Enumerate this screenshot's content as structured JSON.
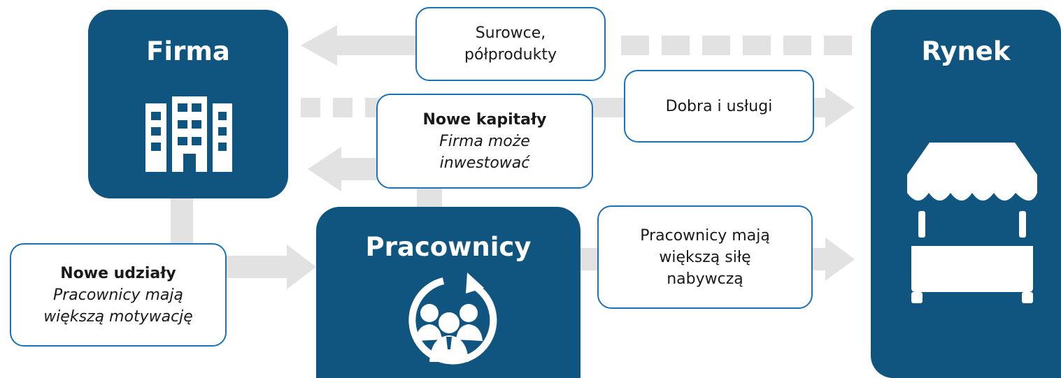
{
  "colors": {
    "node": "#0f5580",
    "accent": "#1a72b8",
    "flow": "#e2e2e2",
    "icon": "#ffffff"
  },
  "nodes": {
    "firma": {
      "title": "Firma",
      "icon": "building-icon"
    },
    "pracownicy": {
      "title": "Pracownicy",
      "icon": "employees-cycle-icon"
    },
    "rynek": {
      "title": "Rynek",
      "icon": "market-stall-icon"
    }
  },
  "labels": {
    "surowce": {
      "line1": "Surowce,",
      "line2": "półprodukty"
    },
    "dobra": {
      "text": "Dobra i usługi"
    },
    "kapitaly": {
      "title": "Nowe kapitały",
      "line1": "Firma może",
      "line2": "inwestować"
    },
    "udzialy": {
      "title": "Nowe udziały",
      "line1": "Pracownicy mają",
      "line2": "większą motywację"
    },
    "sila": {
      "line1": "Pracownicy mają",
      "line2": "większą siłę",
      "line3": "nabywczą"
    }
  }
}
